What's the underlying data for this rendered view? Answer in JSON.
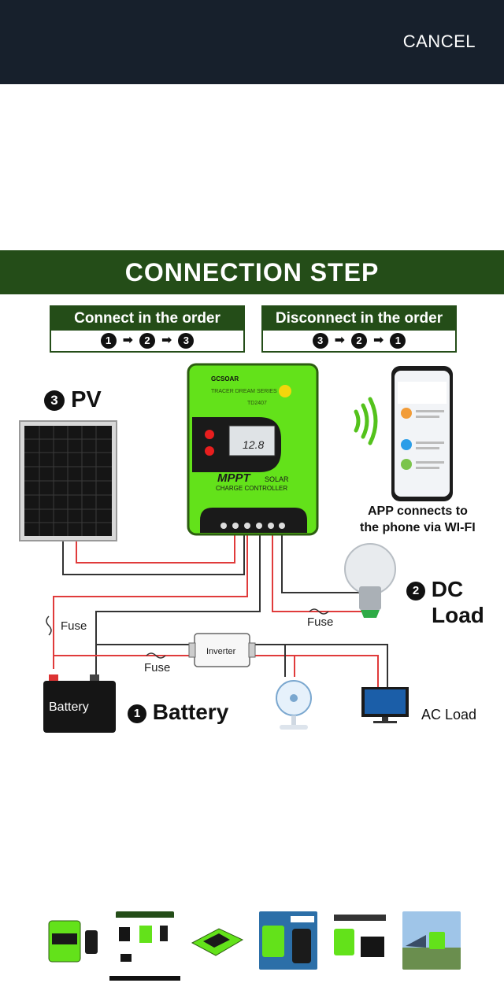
{
  "header": {
    "cancel_label": "CANCEL"
  },
  "image": {
    "banner_title": "CONNECTION STEP",
    "connect": {
      "title": "Connect in the order",
      "steps": [
        "1",
        "2",
        "3"
      ]
    },
    "disconnect": {
      "title": "Disconnect in the order",
      "steps": [
        "3",
        "2",
        "1"
      ]
    },
    "pv": {
      "number": "3",
      "label": "PV"
    },
    "controller": {
      "brand": "GCSOAR",
      "series": "TRACER DREAM SERIES",
      "model": "TD2407",
      "display": "12.8",
      "title": "MPPT",
      "solar": "SOLAR",
      "subtitle": "CHARGE CONTROLLER"
    },
    "app_caption_line1": "APP connects to",
    "app_caption_line2": "the phone via WI-FI",
    "dc_load": {
      "number": "2",
      "line1": "DC",
      "line2": "Load"
    },
    "fuse_labels": [
      "Fuse",
      "Fuse",
      "Fuse"
    ],
    "inverter_label": "Inverter",
    "battery_box_label": "Battery",
    "battery": {
      "number": "1",
      "label": "Battery"
    },
    "ac_load_label": "AC Load"
  },
  "colors": {
    "topbar": "#17202c",
    "banner": "#244d18",
    "controller_green": "#63e21a",
    "wire_red": "#e03b3b",
    "wire_black": "#333333"
  },
  "thumbnails": [
    {
      "name": "controller-front",
      "selected": false
    },
    {
      "name": "connection-step",
      "selected": true
    },
    {
      "name": "controller-angled",
      "selected": false
    },
    {
      "name": "supports-connectivity",
      "selected": false
    },
    {
      "name": "battery-compatibility",
      "selected": false
    },
    {
      "name": "application-scenarios",
      "selected": false
    }
  ]
}
